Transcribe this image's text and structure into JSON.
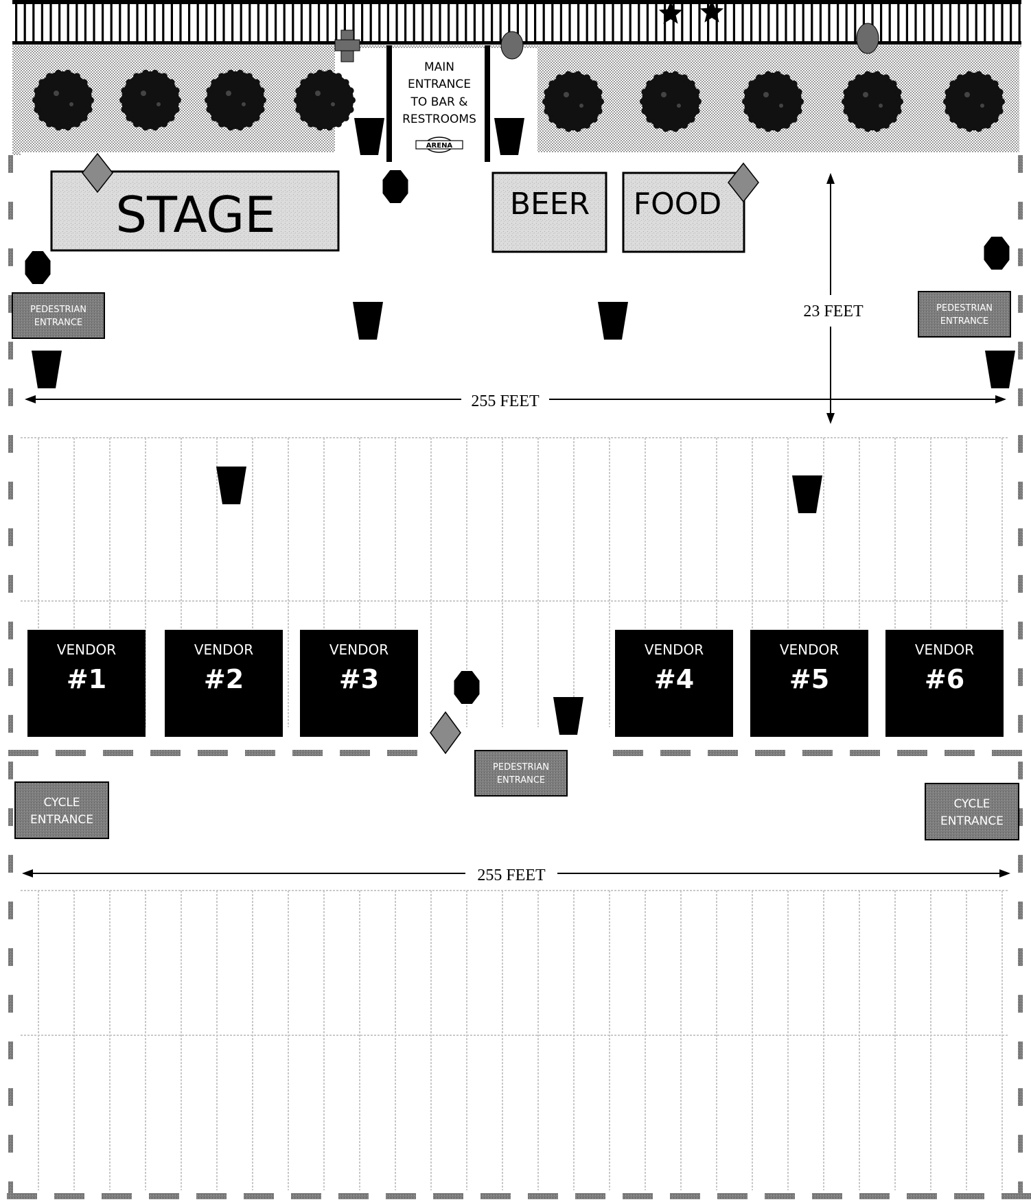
{
  "main_entrance": {
    "lines": [
      "MAIN",
      "ENTRANCE",
      "TO BAR &",
      "RESTROOMS"
    ],
    "logo_text": "ARENA"
  },
  "stage": {
    "label": "STAGE"
  },
  "beer": {
    "label": "BEER"
  },
  "food": {
    "label": "FOOD"
  },
  "pedestrian_entrance": {
    "line1": "PEDESTRIAN",
    "line2": "ENTRANCE"
  },
  "cycle_entrance": {
    "line1": "CYCLE",
    "line2": "ENTRANCE"
  },
  "dimensions": {
    "width_upper": "255 FEET",
    "width_lower": "255 FEET",
    "depth": "23 FEET"
  },
  "vendors": [
    {
      "title": "VENDOR",
      "number": "#1"
    },
    {
      "title": "VENDOR",
      "number": "#2"
    },
    {
      "title": "VENDOR",
      "number": "#3"
    },
    {
      "title": "VENDOR",
      "number": "#4"
    },
    {
      "title": "VENDOR",
      "number": "#5"
    },
    {
      "title": "VENDOR",
      "number": "#6"
    }
  ],
  "colors": {
    "ink": "#000000",
    "gray_box": "#d4d4d4",
    "dark_gray_box": "#7a7a7a",
    "marker": "#8a8a8a",
    "stall_lines": "#c8c8c8"
  }
}
